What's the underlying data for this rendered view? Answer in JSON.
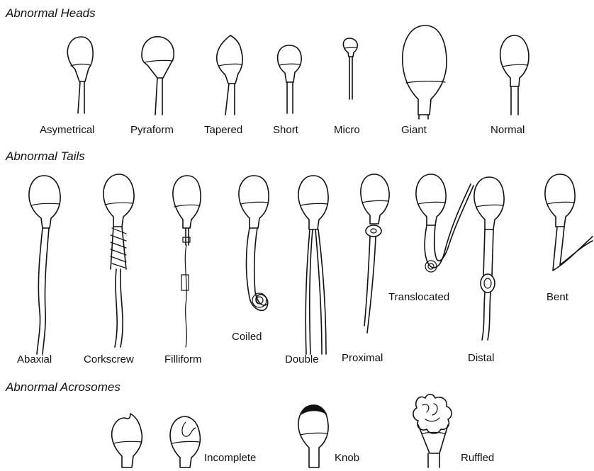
{
  "sections": {
    "heads": {
      "title": "Abnormal Heads",
      "labels": [
        "Asymetrical",
        "Pyraform",
        "Tapered",
        "Short",
        "Micro",
        "Giant",
        "Normal"
      ]
    },
    "tails": {
      "title": "Abnormal Tails",
      "labels": [
        "Abaxial",
        "Corkscrew",
        "Filliform",
        "Coiled",
        "Double",
        "Proximal",
        "Translocated",
        "Distal",
        "Bent"
      ]
    },
    "acrosomes": {
      "title": "Abnormal Acrosomes",
      "labels": [
        "Incomplete",
        "Knob",
        "Ruffled"
      ]
    }
  }
}
